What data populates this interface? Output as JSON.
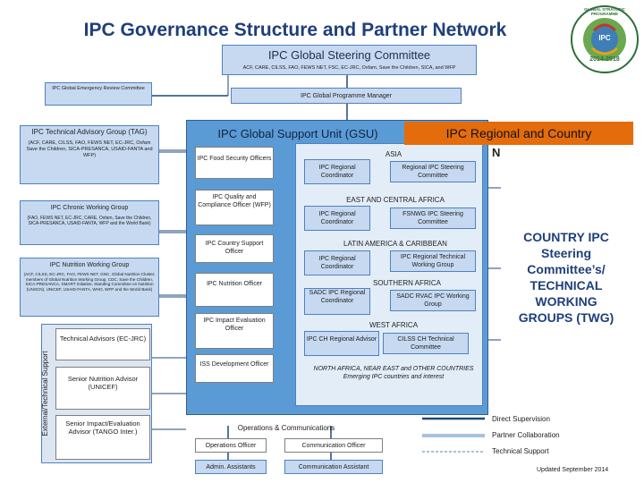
{
  "title": "IPC Governance Structure and Partner Network",
  "logo": {
    "text_ring": "GLOBAL STRATEGIC PROGRAMME",
    "center": "IPC",
    "years": "2014-2018"
  },
  "steering": {
    "title": "IPC Global Steering Committee",
    "members": "ACF, CARE, CILSS, FAO, FEWS NET, FSC, EC-JRC, Oxfam, Save the Children, SICA, and WFP"
  },
  "emergency_committee": "IPC Global Emergency Review Committee",
  "programme_manager": "IPC Global Programme Manager",
  "tag": {
    "title": "IPC Technical Advisory Group (TAG)",
    "members": "(ACF, CARE, CILSS, FAO, FEWS NET, EC-JRC, Oxfam Save the Children, SICA-PRESANCA, USAID-FANTA and WFP)"
  },
  "chronic_wg": {
    "title": "IPC Chronic Working Group",
    "members": "(FAO, FEWS NET, EC-JRC, CARE, Oxfam, Save the Children, SICA-PRESANCA, USAID-FANTA, WFP and the World Bank)"
  },
  "nutrition_wg": {
    "title": "IPC Nutrition Working Group",
    "members": "(ACF, CILSS, EC-JRC, FAO, FEWS NET, GNC, Global Nutrition Cluster, members of Global Nutrition Working Group, CDC, Save the Children, SICA-PRESANCA, SMART Initiative, Standing Committee on Nutrition (UNSCN), UNICEF, USAID-FANTA, WHO, WFP and the World Bank)"
  },
  "external_label": "External/Technical Support",
  "external_items": [
    "Technical Advisors (EC-JRC)",
    "Senior Nutrition Advisor (UNICEF)",
    "Senior Impact/Evaluation Advisor (TANGO Inter.)"
  ],
  "gsu": {
    "title": "IPC Global Support Unit (GSU)",
    "officers": [
      "IPC Food Security Officers",
      "IPC Quality and Compliance Officer (WFP)",
      "IPC Country Support Officer",
      "IPC Nutrition Officer",
      "IPC Impact Evaluation Officer",
      "ISS Development Officer"
    ]
  },
  "regional": {
    "title": "IPC Regional and Country",
    "title_overflow": "N",
    "regions": [
      {
        "name": "ASIA",
        "coordinator": "IPC Regional Coordinator",
        "committee": "Regional IPC Steering Committee"
      },
      {
        "name": "EAST AND CENTRAL AFRICA",
        "coordinator": "IPC Regional Coordinator",
        "committee": "FSNWG IPC Steering Committee"
      },
      {
        "name": "LATIN AMERICA & CARIBBEAN",
        "coordinator": "IPC Regional Coordinator",
        "committee": "IPC Regional Technical Working Group"
      },
      {
        "name": "SOUTHERN AFRICA",
        "coordinator": "SADC IPC Regional Coordinator",
        "committee": "SADC RVAC IPC Working Group"
      },
      {
        "name": "WEST AFRICA",
        "coordinator": "IPC CH Regional Advisor",
        "committee": "CILSS CH Technical Committee"
      }
    ],
    "other_regions": "NORTH AFRICA, NEAR EAST and OTHER COUNTRIES Emerging IPC countries and interest"
  },
  "country_committees": "COUNTRY IPC Steering Committee’s/ TECHNICAL WORKING GROUPS (TWG)",
  "operations": {
    "title": "Operations & Communications",
    "operations_officer": "Operations Officer",
    "communication_officer": "Communication Officer",
    "admin_assistants": "Admin. Assistants",
    "communication_assistant": "Communication Assistant"
  },
  "legend": {
    "direct": "Direct Supervision",
    "partner": "Partner Collaboration",
    "technical": "Technical Support"
  },
  "updated": "Updated September 2014",
  "colors": {
    "title": "#1f3f7a",
    "light_blue": "#c6d9f1",
    "gsu_panel": "#4a90c8",
    "regional_panel": "#e2edf8",
    "dark_header": "#17375e",
    "legend_line": "#1f497d"
  }
}
